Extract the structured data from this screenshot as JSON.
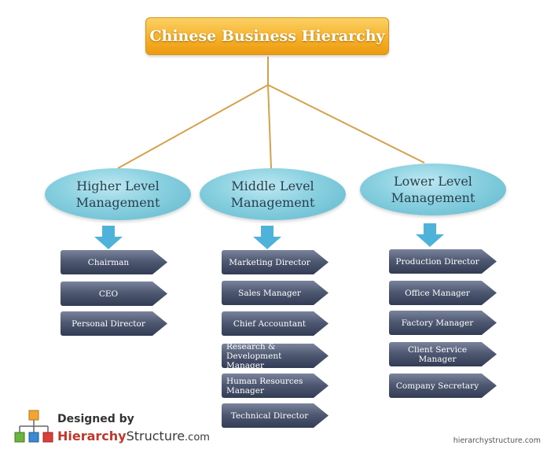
{
  "title": "Chinese Business Hierarchy",
  "levels": [
    {
      "label": "Higher Level\nManagement",
      "roles": [
        "Chairman",
        "CEO",
        "Personal Director"
      ]
    },
    {
      "label": "Middle Level\nManagement",
      "roles": [
        "Marketing Director",
        "Sales Manager",
        "Chief Accountant",
        "Research & Development\nManager",
        "Human Resources\nManager",
        "Technical Director"
      ]
    },
    {
      "label": "Lower Level\nManagement",
      "roles": [
        "Production Director",
        "Office Manager",
        "Factory Manager",
        "Client Service Manager",
        "Company Secretary"
      ]
    }
  ],
  "logo": {
    "designed_by": "Designed by",
    "brand_part1": "Hierarchy",
    "brand_part2": "Structure",
    "brand_suffix": ".com"
  },
  "footer": {
    "site": "hierarchystructure.com"
  },
  "colors": {
    "title": "#f6b129",
    "level": "#89d0e0",
    "role": "#4f5a72",
    "arrow": "#4fb3d9",
    "connector": "#d4a24c"
  }
}
